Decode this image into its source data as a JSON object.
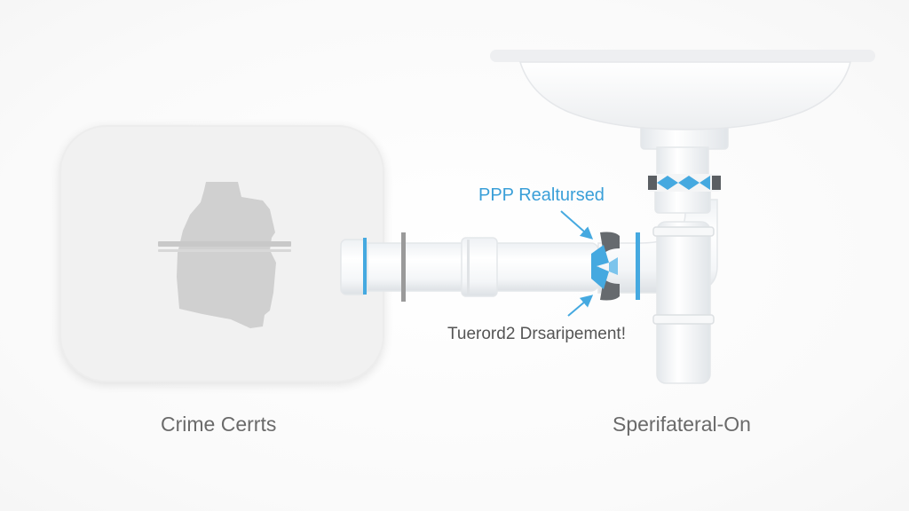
{
  "labels": {
    "callout_top": "PPP Realtursed",
    "callout_bottom": "Tuerord2 Drsaripement!",
    "caption_left": "Crime Cerrts",
    "caption_right": "Sperifateral-On"
  },
  "colors": {
    "accent_blue": "#45a9e0",
    "connector_gray": "#666a6e",
    "pipe_white": "#ffffff",
    "pipe_edge": "#e3e6ea",
    "device_gray": "#d0d0d0",
    "caption_text": "#6a6a6a",
    "callout_blue": "#3a9fd8"
  },
  "icons": {
    "device": "garbage-disposal-icon",
    "sink": "sink-basin-icon",
    "drain_pipe": "drain-pipe-icon"
  }
}
